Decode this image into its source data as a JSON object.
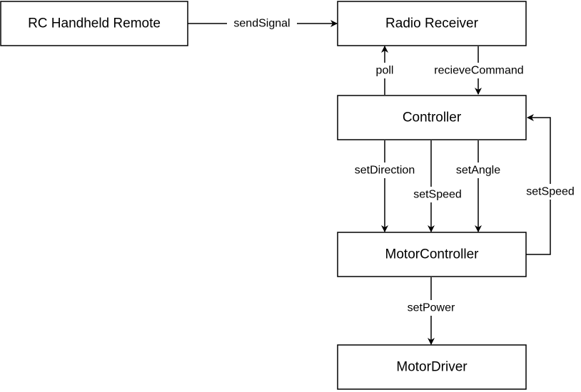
{
  "nodes": {
    "rc_remote": "RC Handheld Remote",
    "radio_receiver": "Radio Receiver",
    "controller": "Controller",
    "motor_controller": "MotorController",
    "motor_driver": "MotorDriver"
  },
  "edges": {
    "send_signal": "sendSignal",
    "poll": "poll",
    "recieve_command": "recieveCommand",
    "set_direction": "setDirection",
    "set_speed_center": "setSpeed",
    "set_angle": "setAngle",
    "set_speed_loop": "setSpeed",
    "set_power": "setPower"
  }
}
